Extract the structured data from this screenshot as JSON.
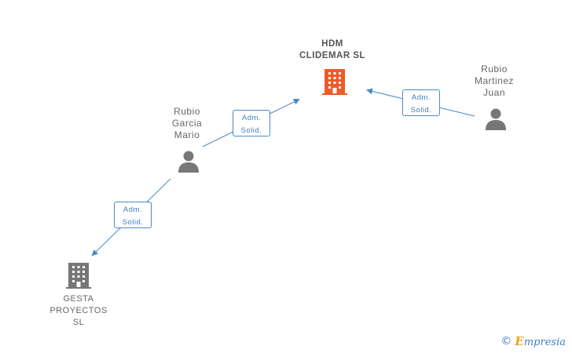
{
  "nodes": {
    "hdm": {
      "label": "HDM\nCLIDEMAR SL",
      "type": "company",
      "color": "#f05a28"
    },
    "rubio_martinez": {
      "label": "Rubio\nMartinez\nJuan",
      "type": "person"
    },
    "rubio_garcia": {
      "label": "Rubio\nGarcia\nMario",
      "type": "person"
    },
    "gesta": {
      "label": "GESTA\nPROYECTOS\nSL",
      "type": "company",
      "color": "#777777"
    }
  },
  "edges": [
    {
      "from": "rubio_garcia",
      "to": "hdm",
      "label": "Adm.\nSolid."
    },
    {
      "from": "rubio_martinez",
      "to": "hdm",
      "label": "Adm.\nSolid."
    },
    {
      "from": "rubio_garcia",
      "to": "gesta",
      "label": "Adm.\nSolid."
    }
  ],
  "colors": {
    "edge": "#4a88c8",
    "person_icon": "#777777"
  },
  "brand": {
    "copyright": "©",
    "initial": "E",
    "name": "mpresia"
  }
}
